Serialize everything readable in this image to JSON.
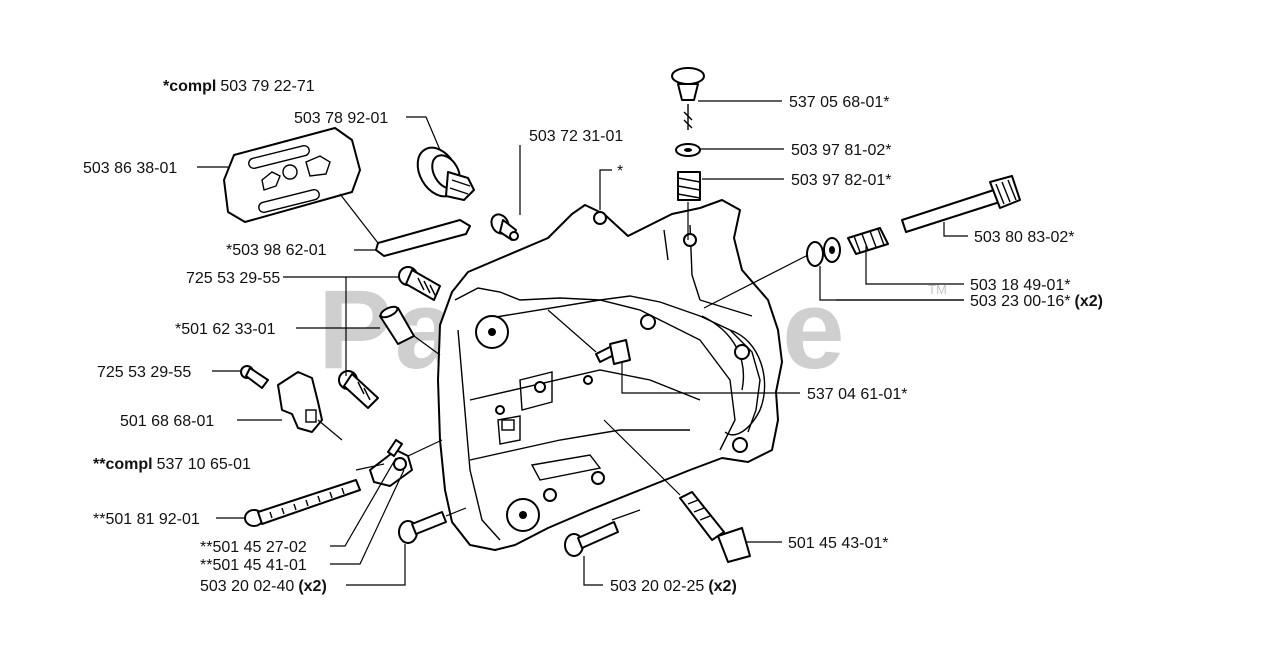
{
  "watermark": {
    "text": "PartsTree",
    "trademark": "TM"
  },
  "labels": [
    {
      "id": "compl-1",
      "text": "503 79 22-71",
      "prefix": "*compl",
      "suffix": ""
    },
    {
      "id": "l-503-78-92",
      "text": "503 78 92-01",
      "prefix": "",
      "suffix": ""
    },
    {
      "id": "l-503-86-38",
      "text": "503 86 38-01",
      "prefix": "",
      "suffix": ""
    },
    {
      "id": "l-503-72-31",
      "text": "503 72 31-01",
      "prefix": "",
      "suffix": ""
    },
    {
      "id": "l-star",
      "text": "*",
      "prefix": "",
      "suffix": ""
    },
    {
      "id": "l-503-98-62",
      "text": "*503 98 62-01",
      "prefix": "",
      "suffix": ""
    },
    {
      "id": "l-725-53-29-a",
      "text": "725 53 29-55",
      "prefix": "",
      "suffix": ""
    },
    {
      "id": "l-501-62-33",
      "text": "*501 62 33-01",
      "prefix": "",
      "suffix": ""
    },
    {
      "id": "l-725-53-29-b",
      "text": "725 53 29-55",
      "prefix": "",
      "suffix": ""
    },
    {
      "id": "l-501-68-68",
      "text": "501 68 68-01",
      "prefix": "",
      "suffix": ""
    },
    {
      "id": "compl-2",
      "text": "537 10 65-01",
      "prefix": "**compl",
      "suffix": ""
    },
    {
      "id": "l-501-81-92",
      "text": "**501 81 92-01",
      "prefix": "",
      "suffix": ""
    },
    {
      "id": "l-501-45-27",
      "text": "**501 45 27-02",
      "prefix": "",
      "suffix": ""
    },
    {
      "id": "l-501-45-41",
      "text": "**501 45 41-01",
      "prefix": "",
      "suffix": ""
    },
    {
      "id": "l-503-20-02-40",
      "text": "503 20 02-40",
      "prefix": "",
      "suffix": "(x2)"
    },
    {
      "id": "l-503-20-02-25",
      "text": "503 20 02-25",
      "prefix": "",
      "suffix": "(x2)"
    },
    {
      "id": "l-537-05-68",
      "text": "537 05 68-01*",
      "prefix": "",
      "suffix": ""
    },
    {
      "id": "l-503-97-81",
      "text": "503 97 81-02*",
      "prefix": "",
      "suffix": ""
    },
    {
      "id": "l-503-97-82",
      "text": "503 97 82-01*",
      "prefix": "",
      "suffix": ""
    },
    {
      "id": "l-503-80-83",
      "text": "503 80 83-02*",
      "prefix": "",
      "suffix": ""
    },
    {
      "id": "l-503-18-49",
      "text": "503 18 49-01*",
      "prefix": "",
      "suffix": ""
    },
    {
      "id": "l-503-23-00",
      "text": "503 23 00-16*",
      "prefix": "",
      "suffix": "(x2)"
    },
    {
      "id": "l-537-04-61",
      "text": "537 04 61-01*",
      "prefix": "",
      "suffix": ""
    },
    {
      "id": "l-501-45-43",
      "text": "501 45 43-01*",
      "prefix": "",
      "suffix": ""
    }
  ]
}
